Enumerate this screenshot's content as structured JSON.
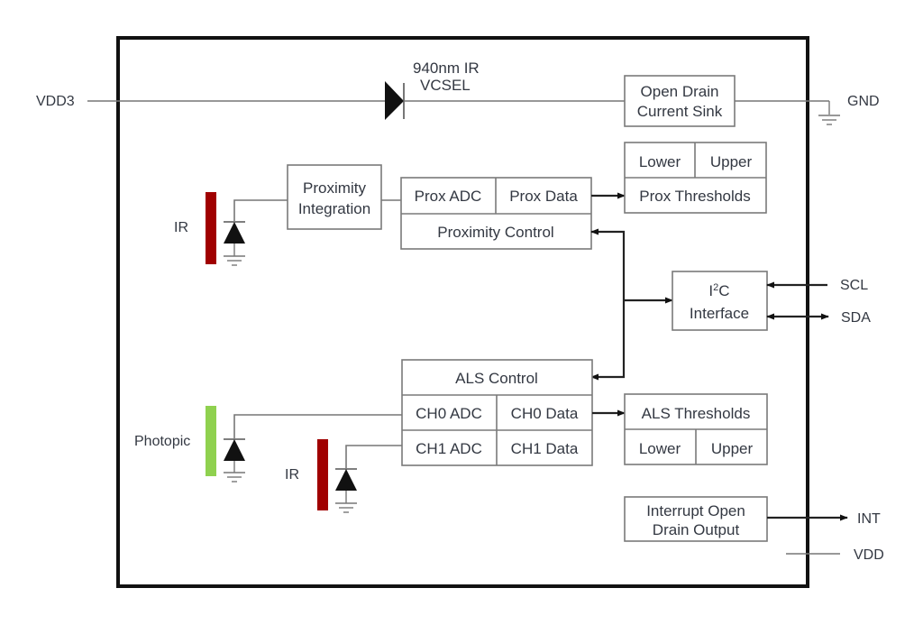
{
  "diagram": {
    "type": "block-diagram",
    "pins": {
      "vdd3": "VDD3",
      "gnd": "GND",
      "scl": "SCL",
      "sda": "SDA",
      "int": "INT",
      "vdd": "VDD"
    },
    "emitter": {
      "line1": "940nm IR",
      "line2": "VCSEL"
    },
    "blocks": {
      "current_sink": {
        "line1": "Open Drain",
        "line2": "Current Sink"
      },
      "prox_integration": {
        "line1": "Proximity",
        "line2": "Integration"
      },
      "prox_adc": "Prox ADC",
      "prox_data": "Prox Data",
      "prox_control": "Proximity Control",
      "prox_thresholds": {
        "lower": "Lower",
        "upper": "Upper",
        "title": "Prox Thresholds"
      },
      "i2c": {
        "line1_main": "I",
        "line1_sup": "2",
        "line1_tail": "C",
        "line2": "Interface"
      },
      "als_control": "ALS Control",
      "ch0_adc": "CH0 ADC",
      "ch0_data": "CH0 Data",
      "ch1_adc": "CH1 ADC",
      "ch1_data": "CH1 Data",
      "als_thresholds": {
        "title": "ALS Thresholds",
        "lower": "Lower",
        "upper": "Upper"
      },
      "interrupt": {
        "line1": "Interrupt Open",
        "line2": "Drain Output"
      }
    },
    "photodiodes": {
      "prox_ir": "IR",
      "photopic": "Photopic",
      "als_ir": "IR"
    },
    "colors": {
      "ir_filter": "#a00000",
      "photopic_filter": "#8fd14f",
      "chip_outline": "#111111",
      "box_stroke": "#7a7a7a",
      "text": "#333842"
    }
  }
}
